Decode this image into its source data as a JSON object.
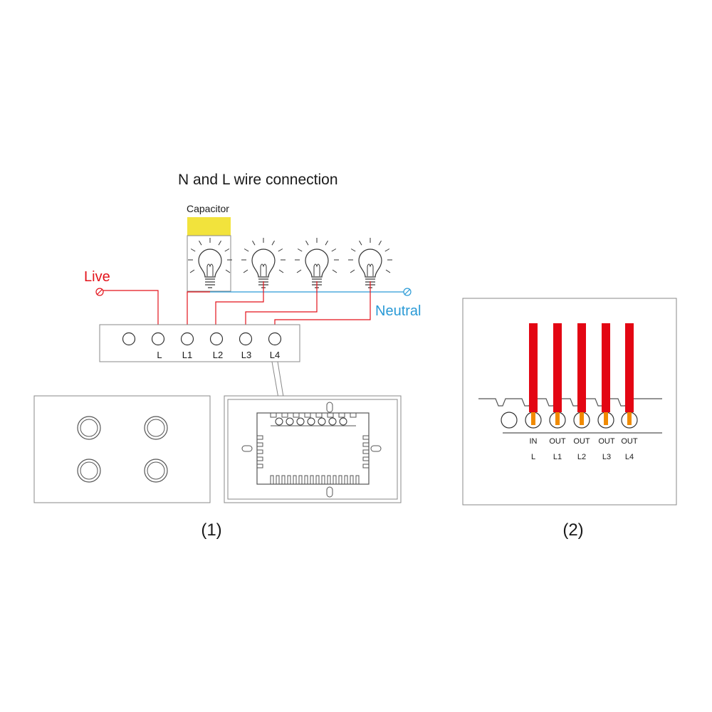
{
  "title": "N and L wire connection",
  "capacitor_label": "Capacitor",
  "live_label": "Live",
  "neutral_label": "Neutral",
  "terminals_panel1": [
    "L",
    "L1",
    "L2",
    "L3",
    "L4"
  ],
  "panel2": {
    "top_labels": [
      "IN",
      "OUT",
      "OUT",
      "OUT",
      "OUT"
    ],
    "bottom_labels": [
      "L",
      "L1",
      "L2",
      "L3",
      "L4"
    ]
  },
  "figure_labels": [
    "(1)",
    "(2)"
  ],
  "colors": {
    "live": "#e3131b",
    "neutral": "#2a9ad6",
    "capacitor": "#f2e33c",
    "wire_red": "#e30613",
    "wire_core": "#f08a00",
    "outline": "#555555"
  }
}
